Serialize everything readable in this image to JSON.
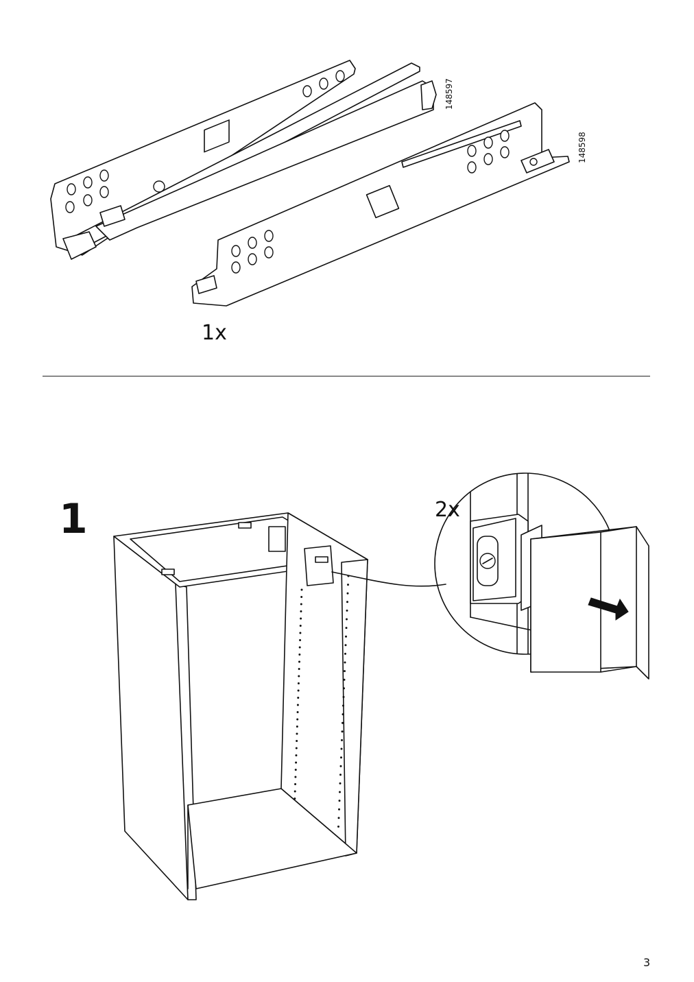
{
  "parts_section": {
    "part_numbers": [
      "148597",
      "148598"
    ],
    "quantity_label": "1x"
  },
  "step": {
    "number": "1",
    "detail_quantity_label": "2x"
  },
  "footer": {
    "page_number": "3"
  },
  "icons": [
    "drawer-runner-left",
    "drawer-runner-right",
    "cabinet-frame",
    "detail-magnifier",
    "push-arrow-icon"
  ]
}
